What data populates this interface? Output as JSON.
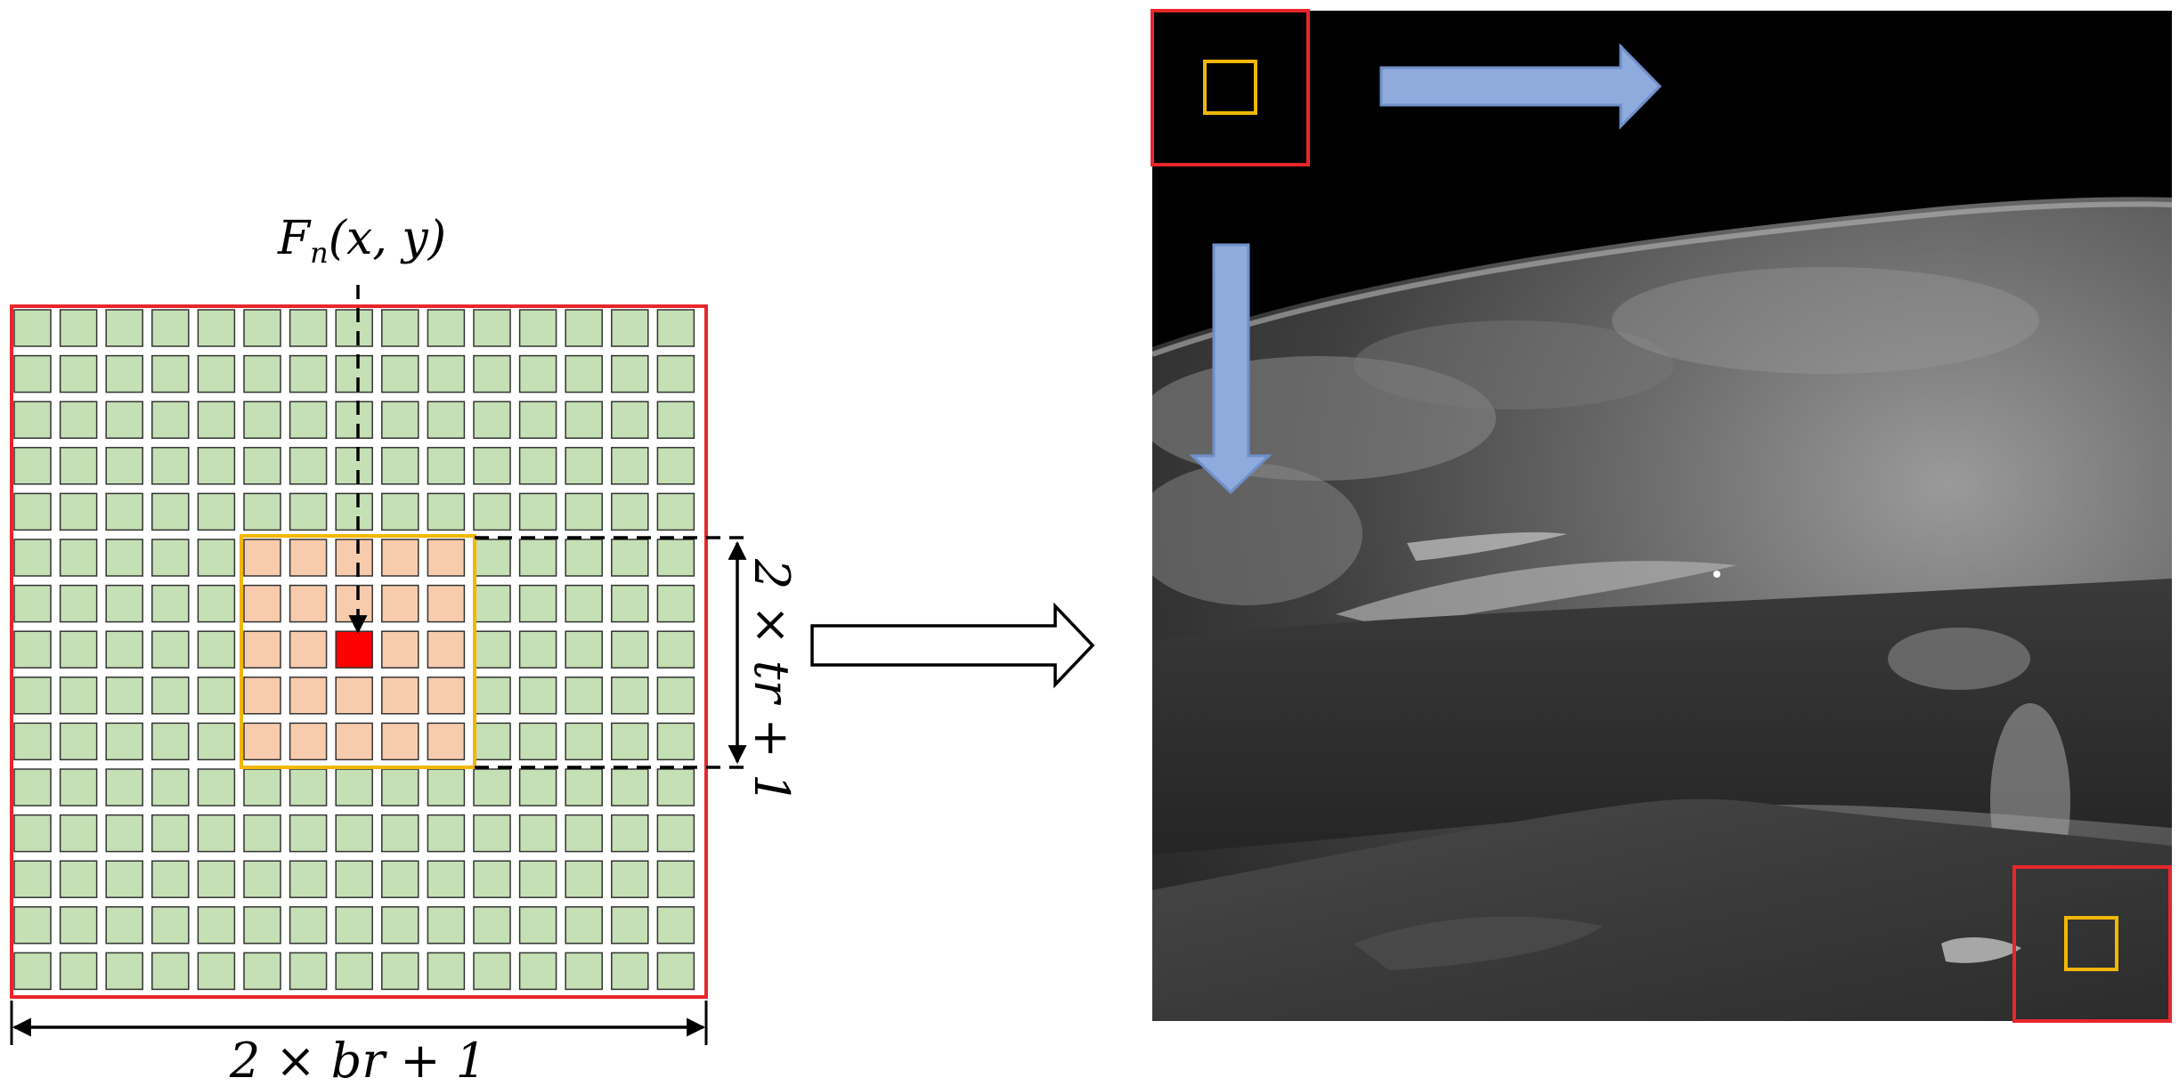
{
  "labels": {
    "pixel_label": "F",
    "pixel_label_sub": "n",
    "pixel_label_args": "(x, y)",
    "block_width_label": "2 × br + 1",
    "window_height_label": "2 × tr + 1"
  },
  "grid": {
    "rows": 15,
    "cols": 15,
    "window_rows": [
      5,
      9
    ],
    "window_cols": [
      5,
      9
    ],
    "center": [
      7,
      7
    ]
  },
  "colors": {
    "cell_fill": "#c5e0b4",
    "window_fill": "#f8cbad",
    "center_fill": "#ff0000",
    "block_border": "#e8262b",
    "window_border": "#f2b705",
    "flow_arrow": "#8faadc",
    "flow_arrow_edge": "#6f8fc9"
  }
}
